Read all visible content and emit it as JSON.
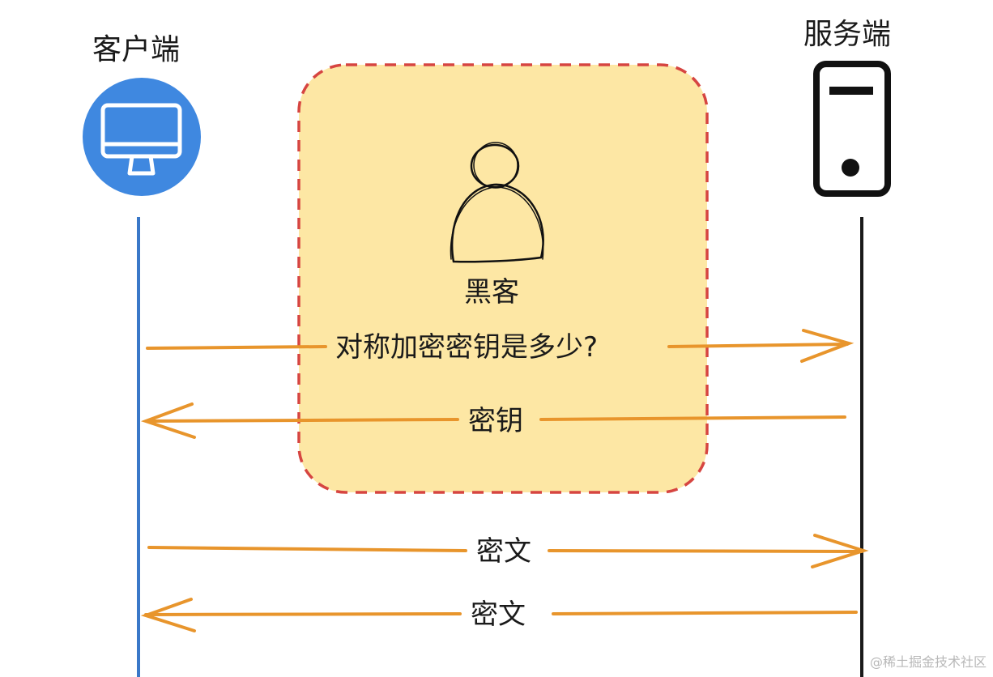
{
  "actors": {
    "client": {
      "label": "客户端",
      "icon": "monitor-icon",
      "color": "#3f88e0",
      "lifeline_color": "#3a78c8"
    },
    "server": {
      "label": "服务端",
      "icon": "server-icon",
      "color": "#111111"
    }
  },
  "hacker": {
    "label": "黑客",
    "icon": "person-icon",
    "box_fill": "#fde7a4",
    "box_border": "#d64541"
  },
  "messages": [
    {
      "label": "对称加密密钥是多少?",
      "direction": "to-server"
    },
    {
      "label": "密钥",
      "direction": "to-client"
    },
    {
      "label": "密文",
      "direction": "to-server"
    },
    {
      "label": "密文",
      "direction": "to-client"
    }
  ],
  "arrow_color": "#e8952c",
  "watermark": "@稀土掘金技术社区"
}
